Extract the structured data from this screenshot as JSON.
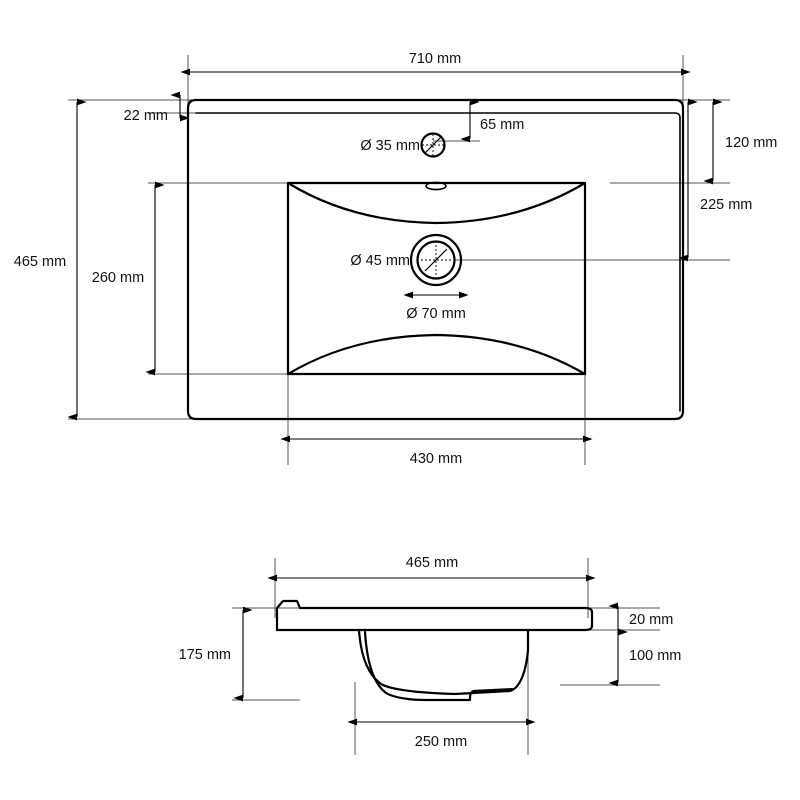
{
  "drawing": {
    "title": "Bathroom vanity basin technical drawing",
    "units": "mm",
    "line_color": "#000000",
    "extension_color": "#555555",
    "background": "#ffffff"
  },
  "plan_view": {
    "name": "top-view",
    "dimensions": {
      "overall_width": "710 mm",
      "overall_depth": "465 mm",
      "rim_thickness": "22 mm",
      "tap_hole_from_rear": "65 mm",
      "tap_hole_diameter": "Ø 35 mm",
      "basin_depth_front": "260 mm",
      "rear_to_basin": "120 mm",
      "rear_to_waste": "225 mm",
      "waste_diameter": "Ø 45 mm",
      "waste_outer_diameter": "Ø 70 mm",
      "basin_width": "430 mm"
    }
  },
  "section_view": {
    "name": "side-section-view",
    "dimensions": {
      "overall_depth": "465 mm",
      "counter_thickness": "20 mm",
      "bowl_depth": "100 mm",
      "total_height": "175 mm",
      "bowl_base_width": "250 mm"
    }
  },
  "labels": {
    "w710": "710 mm",
    "h465": "465 mm",
    "t22": "22 mm",
    "d65": "65 mm",
    "tap35": "Ø 35 mm",
    "d260": "260 mm",
    "d120": "120 mm",
    "d225": "225 mm",
    "waste45": "Ø 45 mm",
    "waste70": "Ø 70 mm",
    "w430": "430 mm",
    "s465": "465 mm",
    "s20": "20 mm",
    "s100": "100 mm",
    "s175": "175 mm",
    "s250": "250 mm"
  }
}
